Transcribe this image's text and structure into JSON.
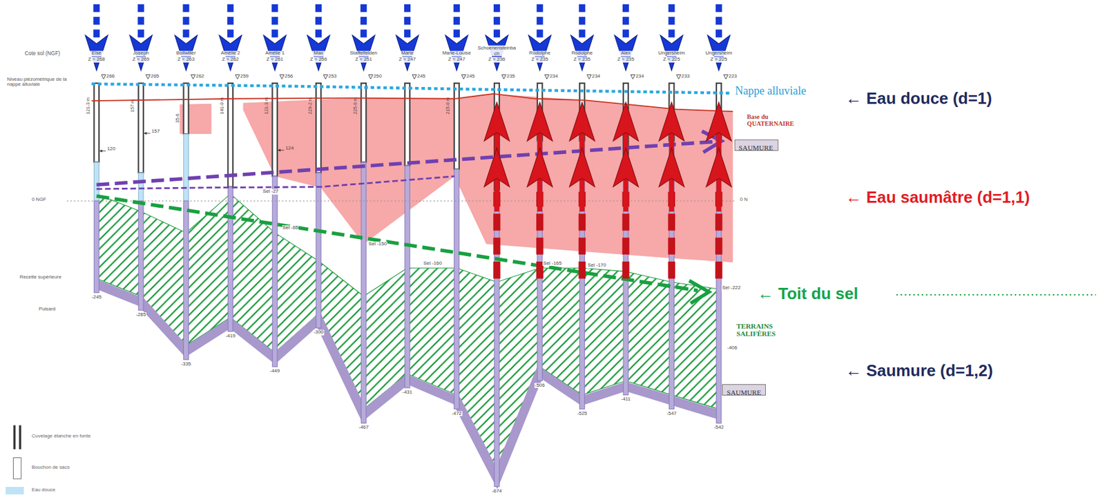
{
  "diagram": {
    "nodes": [
      {
        "text": [
          "SAUMURE"
        ]
      },
      {
        "text": [
          "SAUMURE"
        ]
      }
    ],
    "labels": [
      "Cote sol (NGF)",
      "Niveau piézométrique de la nappe alluviale",
      "Else",
      "Joseph",
      "Bollwiller",
      "Amélie 2",
      "Amélie 1",
      "Max",
      "Staffelfelden",
      "Marie",
      "Marie-Louise",
      "Schoenensteinbach",
      "Rodolphe",
      "Rodolphe",
      "Alex",
      "Ungersheim",
      "Ungersheim",
      "Z = 268",
      "Z = 269",
      "Z = 263",
      "Z = 262",
      "Z = 261",
      "Z = 256",
      "Z = 251",
      "Z = 247",
      "Z = 247",
      "Z = 236",
      "Z = 235",
      "Z = 235",
      "Z = 235",
      "Z = 225",
      "Z = 225",
      "266",
      "265",
      "262",
      "259",
      "256",
      "253",
      "250",
      "245",
      "245",
      "235",
      "234",
      "234",
      "234",
      "233",
      "223",
      "121-3 m",
      "157 m",
      "35-6",
      "141-0 m",
      "121-3 m",
      "229-2 m",
      "225-0 m",
      "215-0 m",
      "120",
      "157",
      "124",
      "0 NGF",
      "0 N",
      "Recette supérieure",
      "Puisard",
      "-245",
      "-285",
      "-335",
      "-419",
      "-449",
      "-300",
      "-467",
      "-431",
      "-472",
      "-674",
      "-506",
      "-525",
      "-411",
      "-547",
      "-542",
      "-406",
      "Sel -27",
      "Sel -65",
      "Sel -150",
      "Sel -160",
      "Sel -165",
      "Sel -170",
      "Sel -222",
      "Nappe alluviale",
      "Base du QUATERNAIRE",
      "TERRAINS SALIFÈRES",
      "← Eau douce (d=1)",
      "← Eau saumâtre (d=1,1)",
      "← Toit du sel",
      "← Saumure (d=1,2)"
    ],
    "legend": [
      {
        "text": "Cuvelage étanche en fonte"
      },
      {
        "text": "Bouchon de sacs"
      },
      {
        "text": "Eau douce",
        "color": "#bfe3f5"
      }
    ]
  }
}
